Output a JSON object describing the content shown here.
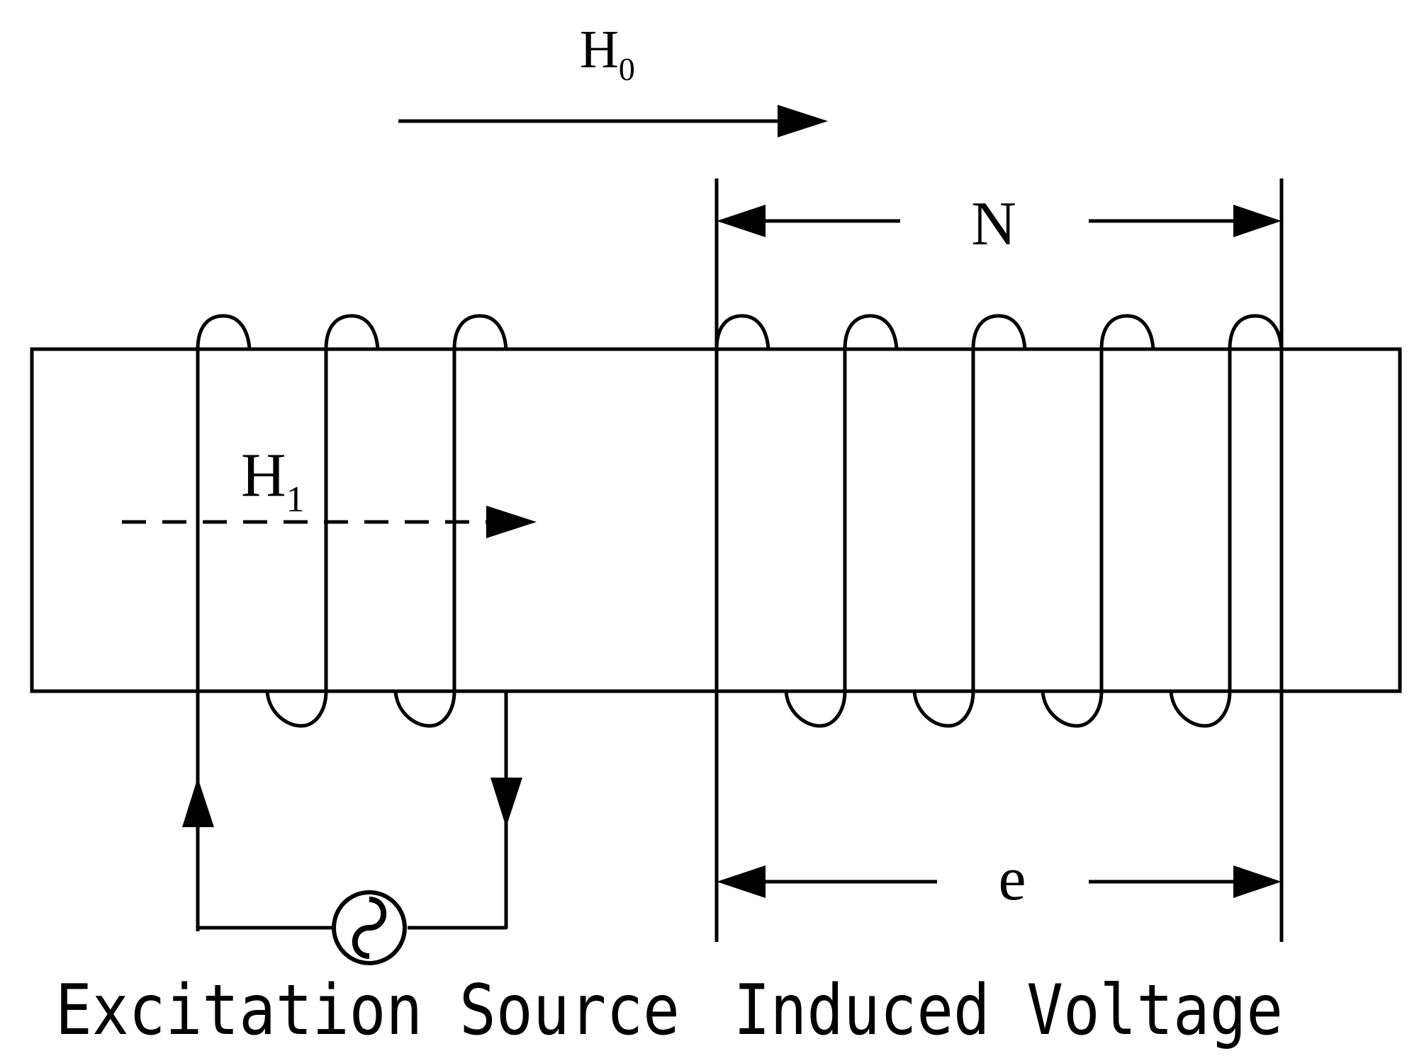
{
  "labels": {
    "h0_main": "H",
    "h0_sub": "0",
    "h1_main": "H",
    "h1_sub": "1",
    "turns": "N",
    "emf": "e",
    "excitation_source": "Excitation Source",
    "induced_voltage": "Induced Voltage"
  },
  "colors": {
    "stroke": "#000000",
    "background": "#ffffff"
  },
  "icons": {
    "ac_source": "ac-source-icon"
  }
}
